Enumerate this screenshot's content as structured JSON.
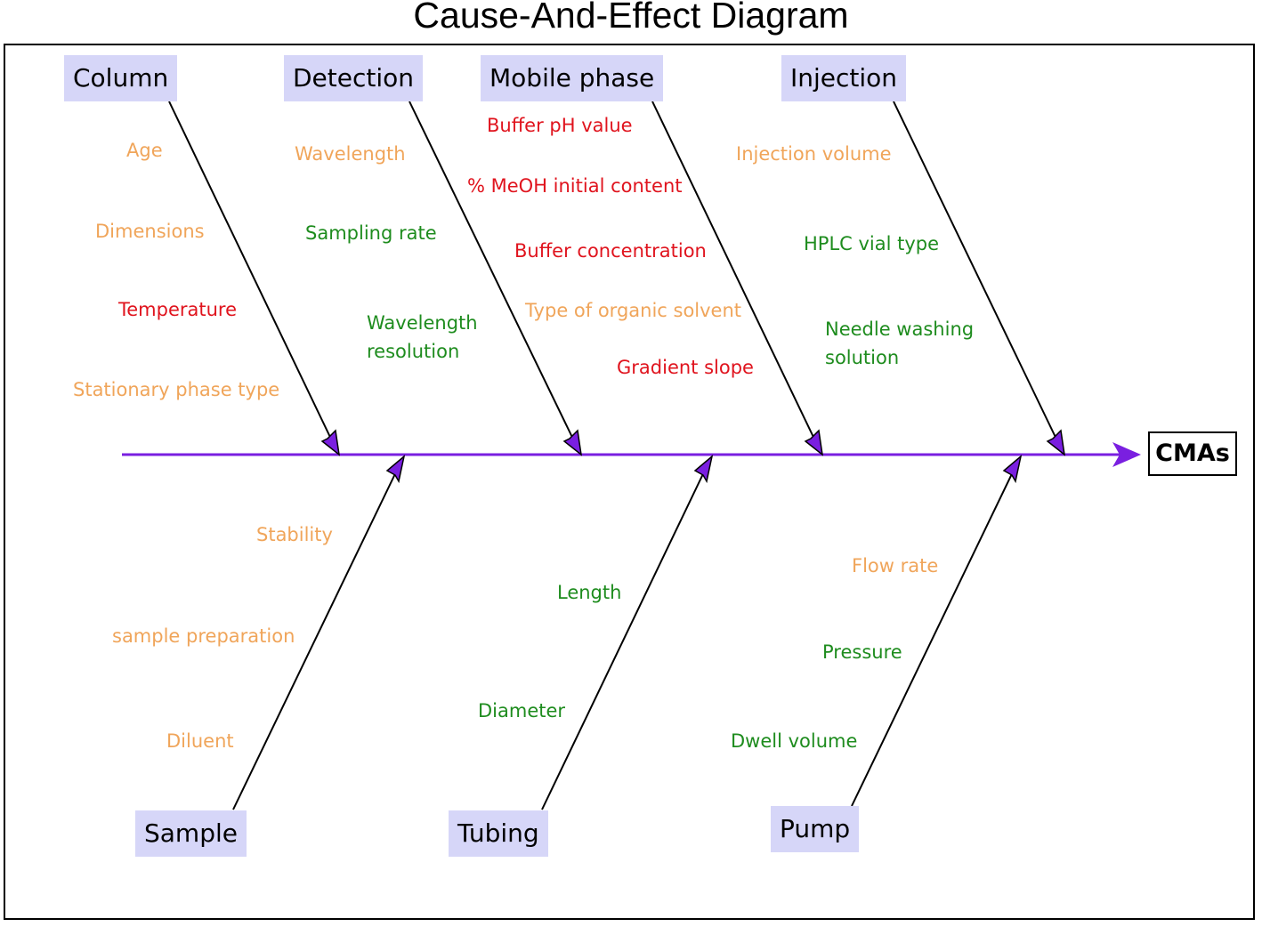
{
  "title": "Cause-And-Effect Diagram",
  "effect": "CMAs",
  "colors": {
    "spine": "#7a1fe0",
    "category_bg": "#d6d6f8",
    "orange": "#f0a55a",
    "green": "#1e8c1e",
    "red": "#e0141e"
  },
  "categories": {
    "column": {
      "label": "Column",
      "causes": [
        {
          "text": "Age",
          "color": "orange"
        },
        {
          "text": "Dimensions",
          "color": "orange"
        },
        {
          "text": "Temperature",
          "color": "red"
        },
        {
          "text": "Stationary phase type",
          "color": "orange"
        }
      ]
    },
    "detection": {
      "label": "Detection",
      "causes": [
        {
          "text": "Wavelength",
          "color": "orange"
        },
        {
          "text": "Sampling rate",
          "color": "green"
        },
        {
          "text": "Wavelength",
          "text2": "resolution",
          "color": "green"
        }
      ]
    },
    "mobile_phase": {
      "label": "Mobile phase",
      "causes": [
        {
          "text": "Buffer pH value",
          "color": "red"
        },
        {
          "text": "% MeOH initial content",
          "color": "red"
        },
        {
          "text": "Buffer concentration",
          "color": "red"
        },
        {
          "text": "Type of organic solvent",
          "color": "orange"
        },
        {
          "text": "Gradient slope",
          "color": "red"
        }
      ]
    },
    "injection": {
      "label": "Injection",
      "causes": [
        {
          "text": "Injection volume",
          "color": "orange"
        },
        {
          "text": "HPLC vial type",
          "color": "green"
        },
        {
          "text": "Needle washing",
          "text2": "solution",
          "color": "green"
        }
      ]
    },
    "sample": {
      "label": "Sample",
      "causes": [
        {
          "text": "Stability",
          "color": "orange"
        },
        {
          "text": "sample preparation",
          "color": "orange"
        },
        {
          "text": "Diluent",
          "color": "orange"
        }
      ]
    },
    "tubing": {
      "label": "Tubing",
      "causes": [
        {
          "text": "Length",
          "color": "green"
        },
        {
          "text": "Diameter",
          "color": "green"
        }
      ]
    },
    "pump": {
      "label": "Pump",
      "causes": [
        {
          "text": "Flow rate",
          "color": "orange"
        },
        {
          "text": "Pressure",
          "color": "green"
        },
        {
          "text": "Dwell volume",
          "color": "green"
        }
      ]
    }
  }
}
